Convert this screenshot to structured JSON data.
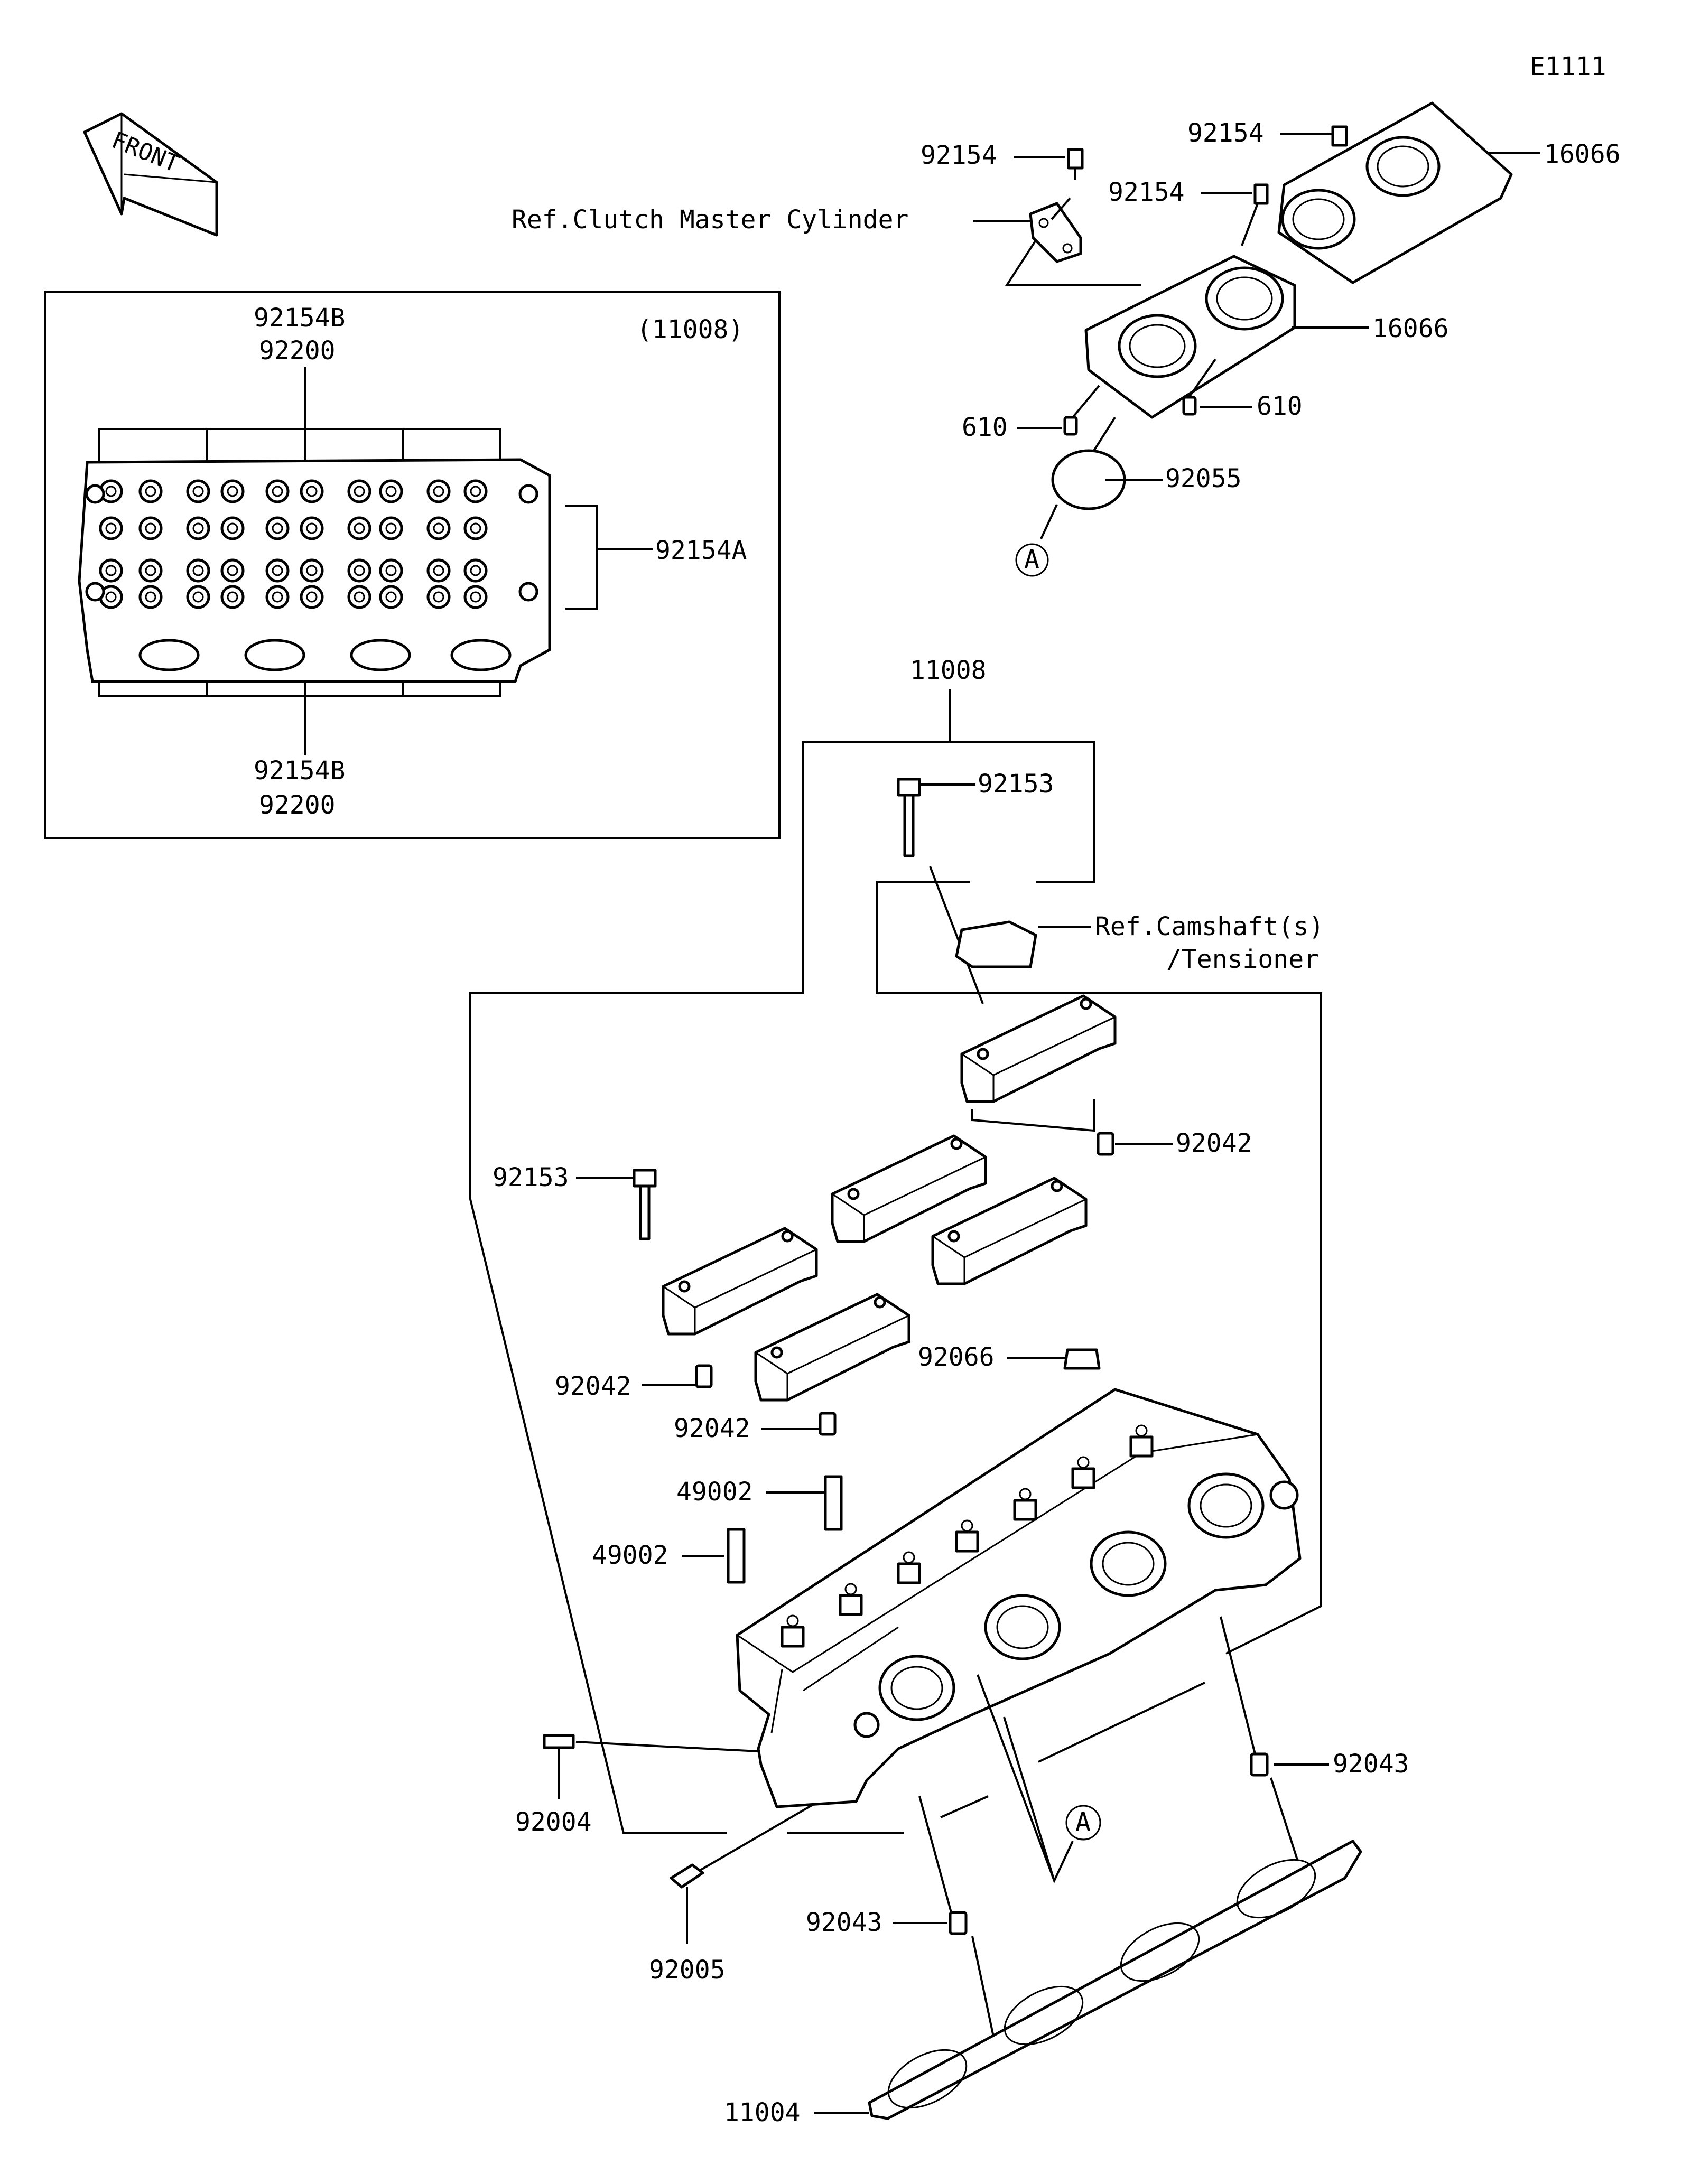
{
  "diagram_code": "E1111",
  "front_label": "FRONT",
  "inset": {
    "assembly_ref": "(11008)",
    "top_label_1": "92154B",
    "top_label_2": "92200",
    "bottom_label_1": "92154B",
    "bottom_label_2": "92200",
    "right_label": "92154A"
  },
  "top_parts": {
    "ref_clutch": "Ref.Clutch Master Cylinder",
    "bolt_a": "92154",
    "bolt_b": "92154",
    "bolt_c": "92154",
    "throttle_upper": "16066",
    "throttle_lower": "16066",
    "dowel_left": "610",
    "dowel_right": "610",
    "oring": "92055",
    "ref_a": "A"
  },
  "main_parts": {
    "assembly": "11008",
    "bolt_top": "92153",
    "ref_camshaft_1": "Ref.Camshaft(s)",
    "ref_camshaft_2": "/Tensioner",
    "dowel_cap_right": "92042",
    "bolt_left": "92153",
    "dowel_cap_left": "92042",
    "dowel_cap_mid": "92042",
    "plug": "92066",
    "guide_upper": "49002",
    "guide_lower": "49002",
    "stud": "92004",
    "fitting": "92005",
    "dowel_head_right": "92043",
    "dowel_head_bottom": "92043",
    "gasket": "11004",
    "ref_a": "A"
  }
}
